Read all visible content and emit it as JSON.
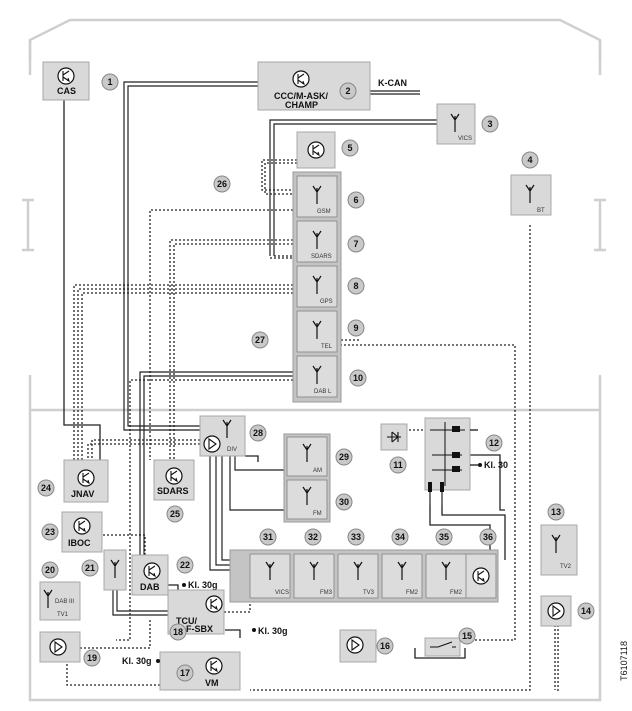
{
  "components": {
    "cas": "CAS",
    "ccc_1": "CCC/M-ASK/",
    "ccc_2": "CHAMP",
    "kcan": "K-CAN",
    "vics_top": "VICS",
    "bt": "BT",
    "gsm": "GSM",
    "sdars_ant": "SDARS",
    "gps": "GPS",
    "tel": "TEL",
    "dab_l": "DAB L",
    "div": "DIV",
    "am": "AM",
    "fm": "FM",
    "jnav": "JNAV",
    "sdars": "SDARS",
    "iboc": "IBOC",
    "dab": "DAB",
    "tcu_1": "TCU/",
    "tcu_2": "ULF-SBX",
    "vm": "VM",
    "kl30": "Kl. 30",
    "kl30g_dab": "Kl. 30g",
    "kl30g_tcu": "Kl. 30g",
    "kl30g_vm": "Kl. 30g",
    "dabiii": "DAB III",
    "tv1": "TV1",
    "tv2": "TV2",
    "strip_vics": "VICS",
    "strip_fm3": "FM3",
    "strip_tv3": "TV3",
    "strip_fm2b": "FM2",
    "strip_fm2": "FM2"
  },
  "numbers": [
    "1",
    "2",
    "3",
    "4",
    "5",
    "6",
    "7",
    "8",
    "9",
    "10",
    "11",
    "12",
    "13",
    "14",
    "15",
    "16",
    "17",
    "18",
    "19",
    "20",
    "21",
    "22",
    "23",
    "24",
    "25",
    "26",
    "27",
    "28",
    "29",
    "30",
    "31",
    "32",
    "33",
    "34",
    "35",
    "36"
  ],
  "reference": "T6107118"
}
